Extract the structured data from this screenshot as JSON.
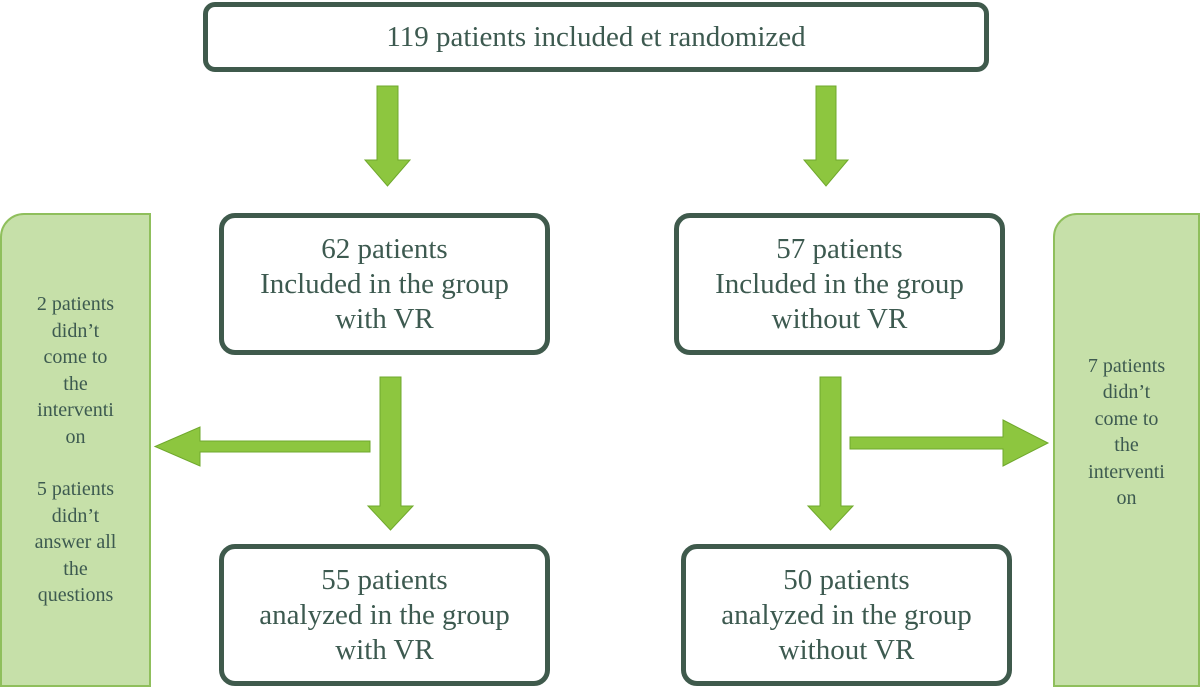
{
  "top": {
    "lines": [
      "119 patients included et randomized"
    ]
  },
  "vr_group": {
    "lines": [
      "62 patients",
      "Included in the group",
      "with VR"
    ]
  },
  "novr_group": {
    "lines": [
      "57 patients",
      "Included in the group",
      "without VR"
    ]
  },
  "vr_analyzed": {
    "lines": [
      "55 patients",
      "analyzed in the group",
      "with VR"
    ]
  },
  "novr_analyzed": {
    "lines": [
      "50 patients",
      "analyzed in the group",
      "without VR"
    ]
  },
  "left_exclusion": {
    "note1": [
      "2 patients",
      "didn’t",
      "come to",
      "the",
      "interventi",
      "on"
    ],
    "note2": [
      "5 patients",
      "didn’t",
      "answer all",
      "the",
      "questions"
    ]
  },
  "right_exclusion": {
    "note1": [
      "7 patients",
      "didn’t",
      "come to",
      "the",
      "interventi",
      "on"
    ]
  },
  "colors": {
    "box_border": "#3f5a4c",
    "arrow": "#8dc63f",
    "side_fill": "#c6e0a9"
  }
}
